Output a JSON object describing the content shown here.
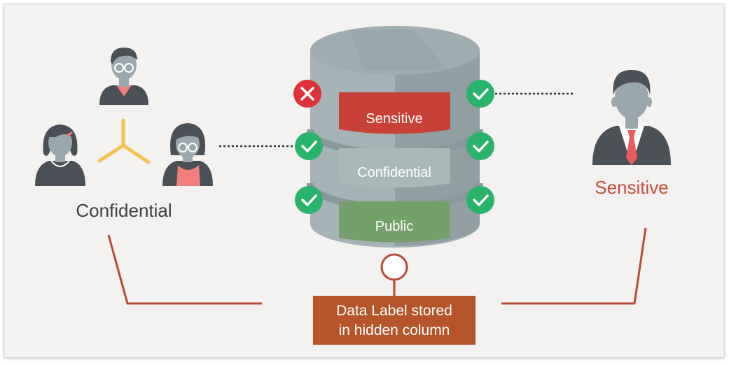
{
  "left_group": {
    "label": "Confidential"
  },
  "right_user": {
    "label": "Sensitive"
  },
  "database": {
    "layers": [
      {
        "label": "Sensitive",
        "color": "#c84136",
        "left_access": "denied",
        "right_access": "granted"
      },
      {
        "label": "Confidential",
        "color": "#a8b9ba",
        "left_access": "granted",
        "right_access": "granted"
      },
      {
        "label": "Public",
        "color": "#76a06b",
        "left_access": "granted",
        "right_access": "granted"
      }
    ]
  },
  "data_label": {
    "line1": "Data Label stored",
    "line2": "in hidden column",
    "color": "#b55429"
  },
  "colors": {
    "background": "#f3f2f1",
    "granted": "#2ab36b",
    "denied": "#e0323a",
    "connector": "#b74a36",
    "sensitive_text": "#c2503d",
    "share_icon": "#f2c44f"
  },
  "icons": {
    "granted": "check-icon",
    "denied": "x-icon",
    "share": "share-triad-icon"
  }
}
